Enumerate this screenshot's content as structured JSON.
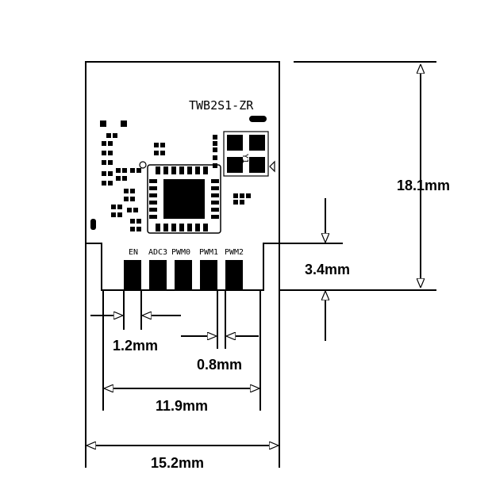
{
  "module": {
    "model": "TWB2S1-ZR",
    "antenna_marking": "Y1",
    "pins": [
      "EN",
      "ADC3",
      "PWM0",
      "PWM1",
      "PWM2"
    ]
  },
  "dimensions": {
    "height": "18.1mm",
    "pin_length": "3.4mm",
    "pin_width": "1.2mm",
    "pin_gap": "0.8mm",
    "pin_span": "11.9mm",
    "width": "15.2mm"
  },
  "colors": {
    "ink": "#000000",
    "background": "#ffffff"
  }
}
